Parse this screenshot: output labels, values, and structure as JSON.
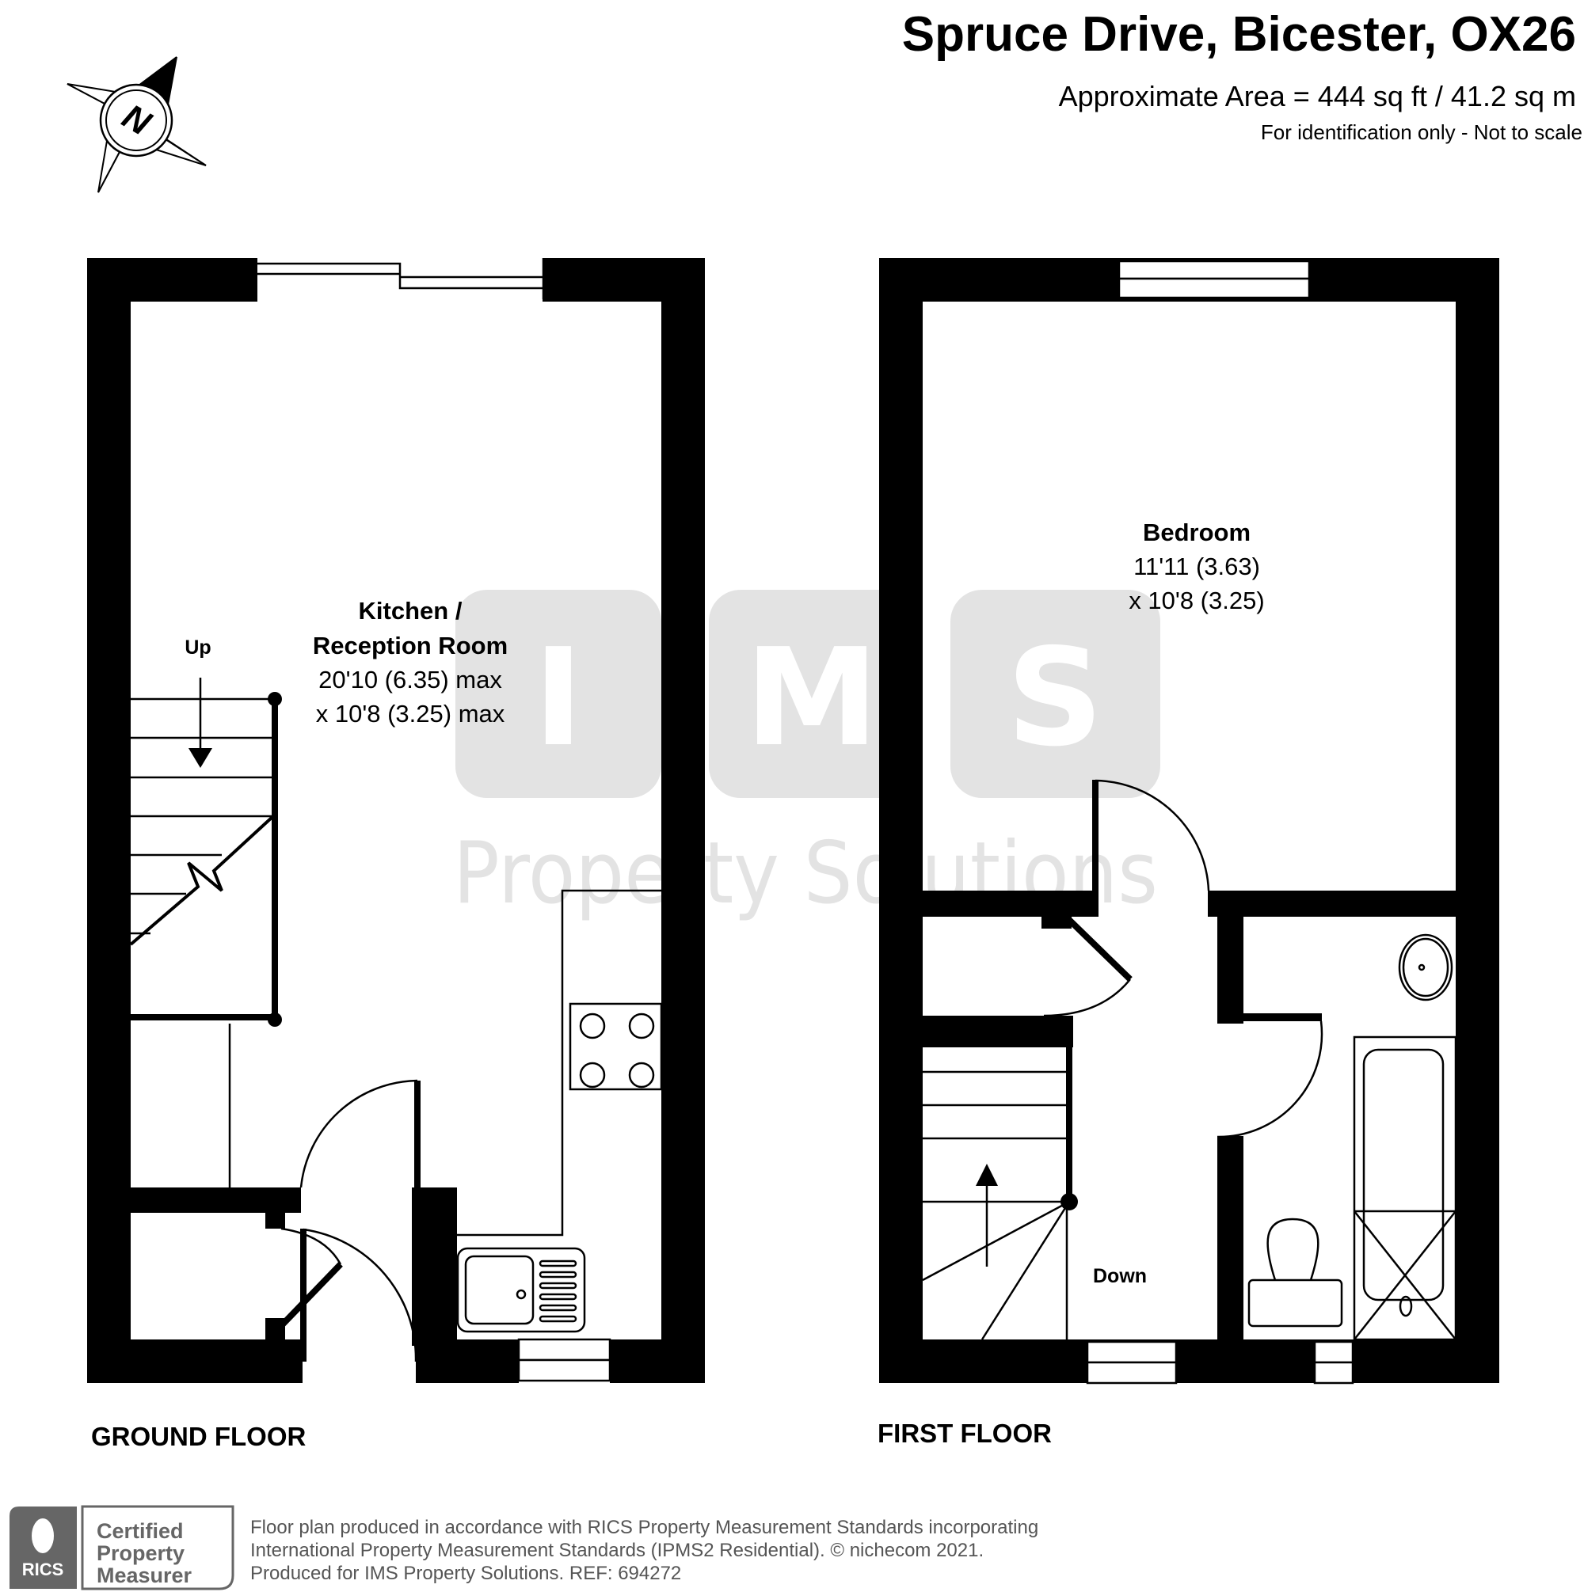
{
  "header": {
    "title": "Spruce Drive, Bicester, OX26",
    "area": "Approximate Area = 444 sq ft / 41.2 sq m",
    "note": "For identification only - Not to scale"
  },
  "compass": {
    "icon": "compass-north-icon",
    "letter": "N"
  },
  "watermark": {
    "letters": [
      "I",
      "M",
      "S"
    ],
    "subtitle": "Property Solutions",
    "tile_color": "#e3e3e3"
  },
  "ground_floor": {
    "label": "GROUND FLOOR",
    "rooms": [
      {
        "name_line1": "Kitchen /",
        "name_line2": "Reception Room",
        "dim1": "20'10 (6.35) max",
        "dim2": "x 10'8 (3.25) max"
      }
    ],
    "stairs_label": "Up"
  },
  "first_floor": {
    "label": "FIRST FLOOR",
    "rooms": [
      {
        "name": "Bedroom",
        "dim1": "11'11 (3.63)",
        "dim2": "x 10'8 (3.25)"
      }
    ],
    "stairs_label": "Down"
  },
  "footer": {
    "badge": {
      "org": "RICS",
      "line1": "Certified",
      "line2": "Property",
      "line3": "Measurer",
      "color": "#666666"
    },
    "line1": "Floor plan produced in accordance with RICS Property Measurement Standards incorporating",
    "line2": "International Property Measurement Standards (IPMS2 Residential).   © nichecom 2021.",
    "line3": "Produced for IMS Property Solutions.   REF:  694272"
  },
  "colors": {
    "wall": "#000000",
    "watermark": "#e3e3e3",
    "footer_text": "#555555"
  }
}
